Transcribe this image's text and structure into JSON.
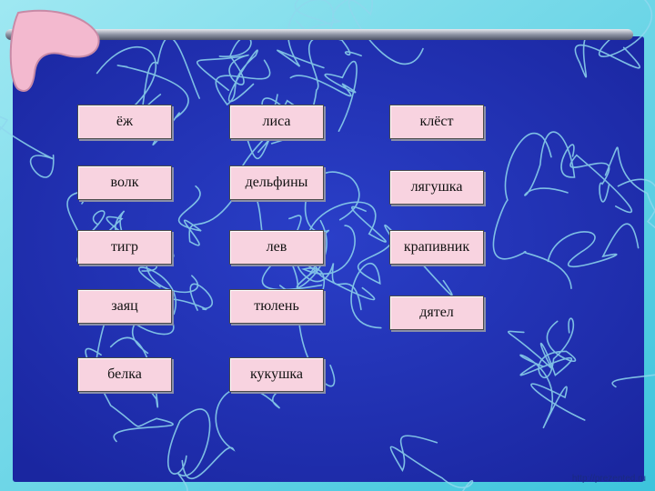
{
  "slide": {
    "colors": {
      "board": "#2233b8",
      "frame": "#4fd4e6",
      "card": "#f8d3e0",
      "rod": "#9aa0b0",
      "hook": "#f3b9cf"
    },
    "columns": [
      [
        "ёж",
        "волк",
        "тигр",
        "заяц",
        "белка"
      ],
      [
        "лиса",
        "дельфины",
        "лев",
        "тюлень",
        "кукушка"
      ],
      [
        "клёст",
        "лягушка",
        "крапивник",
        "дятел"
      ]
    ],
    "footer_text": "http://prezented.ru"
  }
}
